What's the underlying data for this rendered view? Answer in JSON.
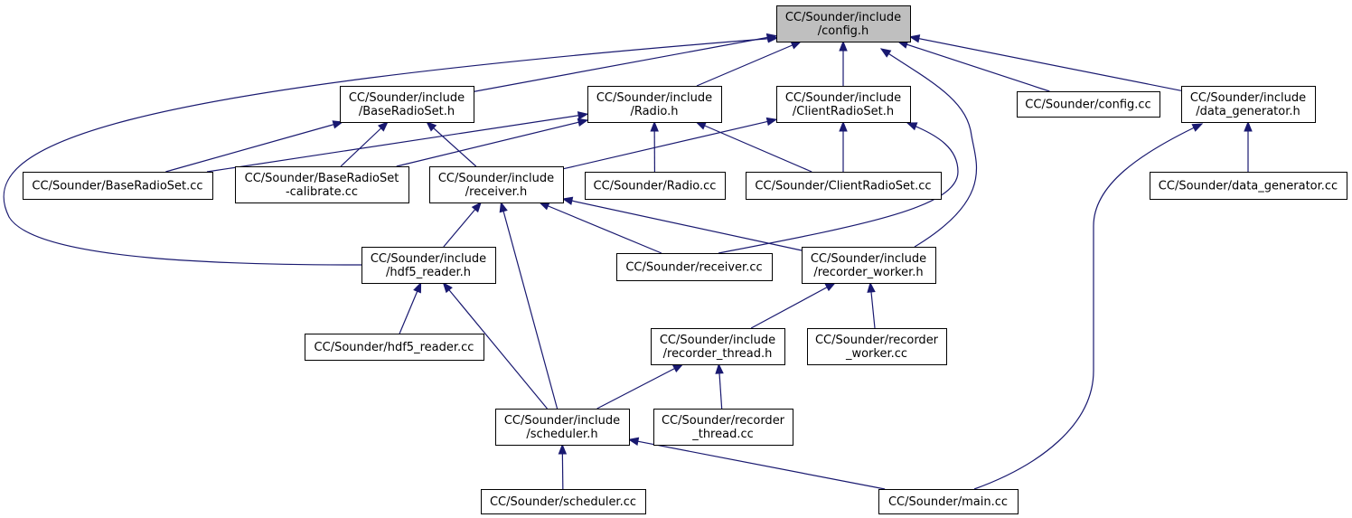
{
  "nodes": [
    {
      "id": "config_h",
      "lines": [
        "CC/Sounder/include",
        "/config.h"
      ],
      "root": true
    },
    {
      "id": "baseradioset_h",
      "lines": [
        "CC/Sounder/include",
        "/BaseRadioSet.h"
      ]
    },
    {
      "id": "radio_h",
      "lines": [
        "CC/Sounder/include",
        "/Radio.h"
      ]
    },
    {
      "id": "clientradioset_h",
      "lines": [
        "CC/Sounder/include",
        "/ClientRadioSet.h"
      ]
    },
    {
      "id": "config_cc",
      "lines": [
        "CC/Sounder/config.cc"
      ]
    },
    {
      "id": "data_generator_h",
      "lines": [
        "CC/Sounder/include",
        "/data_generator.h"
      ]
    },
    {
      "id": "baseradioset_cc",
      "lines": [
        "CC/Sounder/BaseRadioSet.cc"
      ]
    },
    {
      "id": "baseradioset_calibrate_cc",
      "lines": [
        "CC/Sounder/BaseRadioSet",
        "-calibrate.cc"
      ]
    },
    {
      "id": "receiver_h",
      "lines": [
        "CC/Sounder/include",
        "/receiver.h"
      ]
    },
    {
      "id": "radio_cc",
      "lines": [
        "CC/Sounder/Radio.cc"
      ]
    },
    {
      "id": "clientradioset_cc",
      "lines": [
        "CC/Sounder/ClientRadioSet.cc"
      ]
    },
    {
      "id": "data_generator_cc",
      "lines": [
        "CC/Sounder/data_generator.cc"
      ]
    },
    {
      "id": "hdf5_reader_h",
      "lines": [
        "CC/Sounder/include",
        "/hdf5_reader.h"
      ]
    },
    {
      "id": "receiver_cc",
      "lines": [
        "CC/Sounder/receiver.cc"
      ]
    },
    {
      "id": "recorder_worker_h",
      "lines": [
        "CC/Sounder/include",
        "/recorder_worker.h"
      ]
    },
    {
      "id": "hdf5_reader_cc",
      "lines": [
        "CC/Sounder/hdf5_reader.cc"
      ]
    },
    {
      "id": "recorder_thread_h",
      "lines": [
        "CC/Sounder/include",
        "/recorder_thread.h"
      ]
    },
    {
      "id": "recorder_worker_cc",
      "lines": [
        "CC/Sounder/recorder",
        "_worker.cc"
      ]
    },
    {
      "id": "scheduler_h",
      "lines": [
        "CC/Sounder/include",
        "/scheduler.h"
      ]
    },
    {
      "id": "recorder_thread_cc",
      "lines": [
        "CC/Sounder/recorder",
        "_thread.cc"
      ]
    },
    {
      "id": "scheduler_cc",
      "lines": [
        "CC/Sounder/scheduler.cc"
      ]
    },
    {
      "id": "main_cc",
      "lines": [
        "CC/Sounder/main.cc"
      ]
    }
  ],
  "edges": [
    {
      "from": "baseradioset_h",
      "to": "config_h"
    },
    {
      "from": "radio_h",
      "to": "config_h"
    },
    {
      "from": "clientradioset_h",
      "to": "config_h"
    },
    {
      "from": "config_cc",
      "to": "config_h"
    },
    {
      "from": "data_generator_h",
      "to": "config_h"
    },
    {
      "from": "hdf5_reader_h",
      "to": "config_h"
    },
    {
      "from": "recorder_worker_h",
      "to": "config_h"
    },
    {
      "from": "baseradioset_cc",
      "to": "baseradioset_h"
    },
    {
      "from": "baseradioset_calibrate_cc",
      "to": "baseradioset_h"
    },
    {
      "from": "receiver_h",
      "to": "baseradioset_h"
    },
    {
      "from": "baseradioset_cc",
      "to": "radio_h"
    },
    {
      "from": "baseradioset_calibrate_cc",
      "to": "radio_h"
    },
    {
      "from": "radio_cc",
      "to": "radio_h"
    },
    {
      "from": "clientradioset_cc",
      "to": "radio_h"
    },
    {
      "from": "receiver_h",
      "to": "clientradioset_h"
    },
    {
      "from": "clientradioset_cc",
      "to": "clientradioset_h"
    },
    {
      "from": "receiver_cc",
      "to": "clientradioset_h"
    },
    {
      "from": "data_generator_cc",
      "to": "data_generator_h"
    },
    {
      "from": "main_cc",
      "to": "data_generator_h"
    },
    {
      "from": "hdf5_reader_h",
      "to": "receiver_h"
    },
    {
      "from": "scheduler_h",
      "to": "receiver_h"
    },
    {
      "from": "receiver_cc",
      "to": "receiver_h"
    },
    {
      "from": "recorder_worker_h",
      "to": "receiver_h"
    },
    {
      "from": "hdf5_reader_cc",
      "to": "hdf5_reader_h"
    },
    {
      "from": "scheduler_h",
      "to": "hdf5_reader_h"
    },
    {
      "from": "recorder_thread_h",
      "to": "recorder_worker_h"
    },
    {
      "from": "recorder_worker_cc",
      "to": "recorder_worker_h"
    },
    {
      "from": "scheduler_h",
      "to": "recorder_thread_h"
    },
    {
      "from": "recorder_thread_cc",
      "to": "recorder_thread_h"
    },
    {
      "from": "scheduler_cc",
      "to": "scheduler_h"
    },
    {
      "from": "main_cc",
      "to": "scheduler_h"
    }
  ],
  "colors": {
    "edge": "#191970",
    "root_fill": "#bfbfbf",
    "node_fill": "#ffffff",
    "node_stroke": "#000000"
  }
}
